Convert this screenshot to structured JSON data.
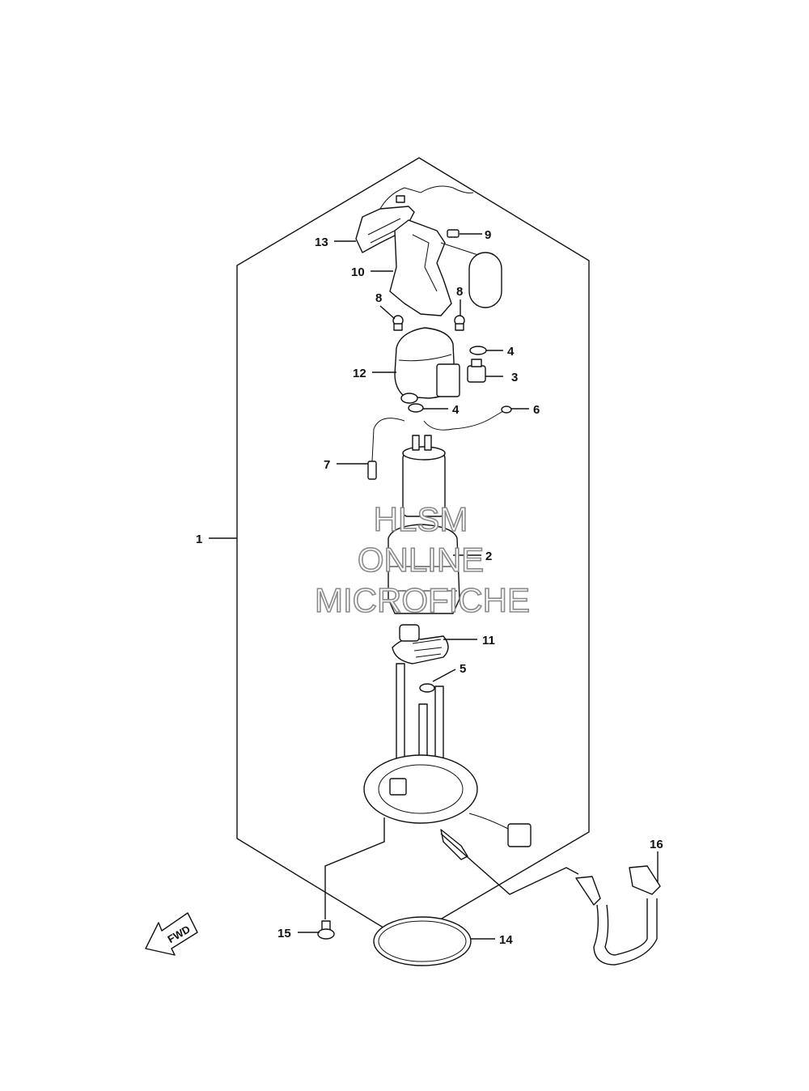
{
  "watermark": {
    "line1": "HLSM",
    "line2": "ONLINE",
    "line3": "MICROFICHE"
  },
  "fwd_label": "FWD",
  "callouts": [
    {
      "id": "c1",
      "text": "1"
    },
    {
      "id": "c2",
      "text": "2"
    },
    {
      "id": "c3",
      "text": "3"
    },
    {
      "id": "c4a",
      "text": "4"
    },
    {
      "id": "c4b",
      "text": "4"
    },
    {
      "id": "c5",
      "text": "5"
    },
    {
      "id": "c6",
      "text": "6"
    },
    {
      "id": "c7",
      "text": "7"
    },
    {
      "id": "c8a",
      "text": "8"
    },
    {
      "id": "c8b",
      "text": "8"
    },
    {
      "id": "c9",
      "text": "9"
    },
    {
      "id": "c10",
      "text": "10"
    },
    {
      "id": "c11",
      "text": "11"
    },
    {
      "id": "c12",
      "text": "12"
    },
    {
      "id": "c13",
      "text": "13"
    },
    {
      "id": "c14",
      "text": "14"
    },
    {
      "id": "c15",
      "text": "15"
    },
    {
      "id": "c16",
      "text": "16"
    }
  ]
}
